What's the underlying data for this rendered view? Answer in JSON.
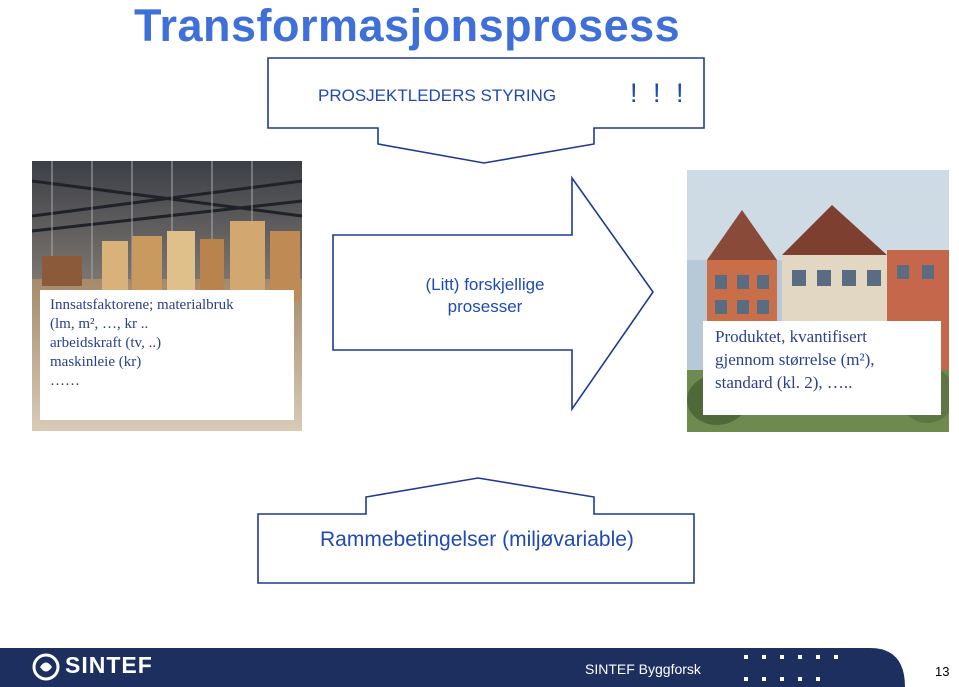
{
  "title": "Transformasjonsprosess",
  "project_leader": {
    "label": "PROSJEKTLEDERS  STYRING",
    "exclamation": "! ! !"
  },
  "input_factors": {
    "lines": [
      "Innsatsfaktorene;  materialbruk",
      "(lm, m², …,  kr ..",
      "arbeidskraft (tv, ..)",
      "maskinleie (kr)",
      "……"
    ]
  },
  "process_arrow": {
    "lines": [
      "(Litt) forskjellige",
      "prosesser"
    ]
  },
  "product": {
    "lines": [
      "Produktet, kvantifisert",
      "gjennom størrelse (m²),",
      "standard (kl. 2), ….."
    ]
  },
  "frame_conditions": {
    "label": "Rammebetingelser (miljøvariable)"
  },
  "footer": {
    "logo_text": "SINTEF",
    "organization": "SINTEF Byggforsk",
    "page_number": "13",
    "bar_color": "#1c2f5e",
    "accent_color": "#3f6fd8"
  }
}
